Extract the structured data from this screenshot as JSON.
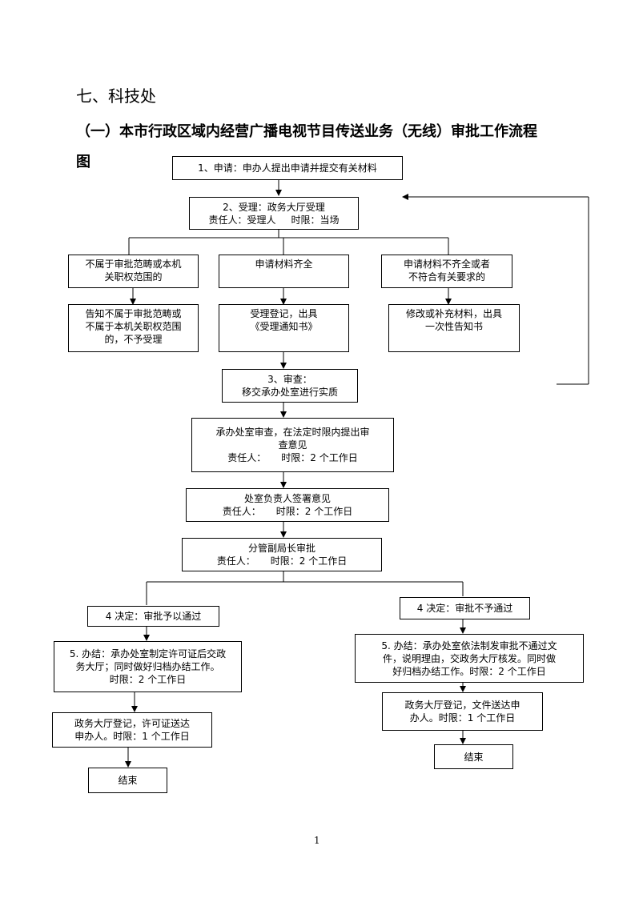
{
  "heading1": "七、科技处",
  "heading2_line1": "（一）本市行政区域内经营广播电视节目传送业务（无线）审批工作流程",
  "heading2_line2": "图",
  "boxes": {
    "apply": [
      "1、申请：申办人提出申请并提交有关材料"
    ],
    "accept": [
      "2、受理：政务大厅受理",
      "责任人：受理人     时限：当场"
    ],
    "not_scope": [
      "不属于审批范畴或本机",
      "关职权范围的"
    ],
    "complete": [
      "申请材料齐全"
    ],
    "incomplete": [
      "申请材料不齐全或者",
      "不符合有关要求的"
    ],
    "notify_reject": [
      "告知不属于审批范畴或",
      "不属于本机关职权范围",
      "的，不予受理"
    ],
    "register": [
      "受理登记，出具",
      "《受理通知书》"
    ],
    "supplement": [
      "修改或补充材料，出具",
      "一次性告知书"
    ],
    "review": [
      "3、审查：",
      "移交承办处室进行实质"
    ],
    "dept_review": [
      "承办处室审查，在法定时限内提出审",
      "查意见",
      "责任人：     时限：2 个工作日"
    ],
    "dept_head": [
      "处室负责人签署意见",
      "责任人：     时限：2 个工作日"
    ],
    "deputy": [
      "分管副局长审批",
      "责任人：     时限：2 个工作日"
    ],
    "approve": [
      "4 决定：审批予以通过"
    ],
    "deny": [
      "4 决定：审批不予通过"
    ],
    "finish_approve": [
      "5. 办结：承办处室制定许可证后交政",
      "务大厅；同时做好归档办结工作。",
      "时限：2 个工作日"
    ],
    "finish_deny": [
      "5. 办结：承办处室依法制发审批不通过文",
      "件，说明理由，交政务大厅核发。同时做",
      "好归档办结工作。时限：2 个工作日"
    ],
    "deliver_approve": [
      "政务大厅登记，许可证送达",
      "申办人。时限：1 个工作日"
    ],
    "deliver_deny": [
      "政务大厅登记，文件送达申",
      "办人。时限：1 个工作日"
    ],
    "end_approve": [
      "结束"
    ],
    "end_deny": [
      "结束"
    ]
  },
  "page_number": "1"
}
